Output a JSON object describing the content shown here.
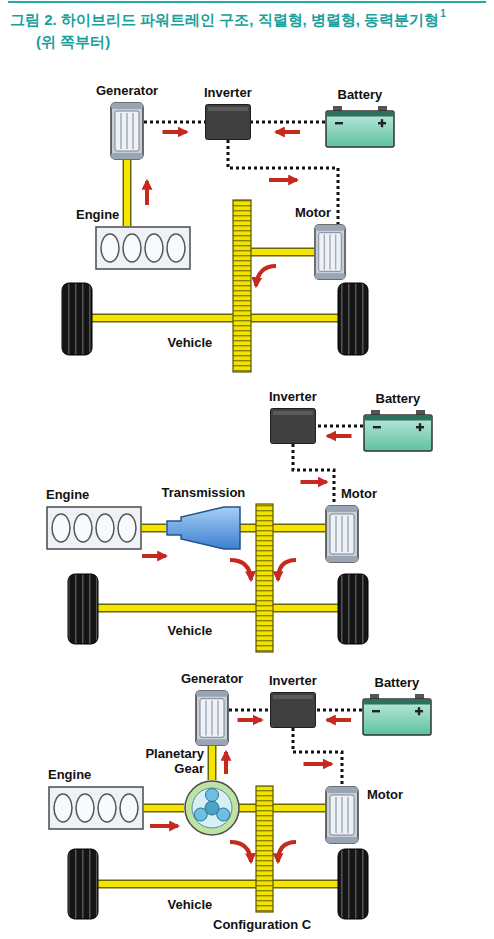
{
  "diagram": {
    "title": "그림 2. 하이브리드 파워트레인 구조, 직렬형, 병렬형, 동력분기형 (위 쪽부터)",
    "nodes": [
      {
        "text": [
          "Generator"
        ]
      },
      {
        "text": [
          "Inverter"
        ]
      },
      {
        "text": [
          "Battery"
        ]
      },
      {
        "text": [
          "Engine"
        ]
      },
      {
        "text": [
          "Motor"
        ]
      },
      {
        "text": [
          "Inverter"
        ]
      },
      {
        "text": [
          "Battery"
        ]
      },
      {
        "text": [
          "Engine"
        ]
      },
      {
        "text": [
          "Transmission"
        ]
      },
      {
        "text": [
          "Motor"
        ]
      },
      {
        "text": [
          "Generator"
        ]
      },
      {
        "text": [
          "Inverter"
        ]
      },
      {
        "text": [
          "Battery"
        ]
      },
      {
        "text": [
          "Engine"
        ]
      },
      {
        "text": [
          "Planetary Gear"
        ]
      },
      {
        "text": [
          "Motor"
        ]
      }
    ],
    "edges": [
      {
        "from": 3,
        "to": 0,
        "arrow": "to"
      },
      {
        "from": 0,
        "to": 1,
        "arrow": "to"
      },
      {
        "from": 2,
        "to": 1,
        "arrow": "to"
      },
      {
        "from": 1,
        "to": 4,
        "arrow": "to"
      },
      {
        "from": 6,
        "to": 5,
        "arrow": "to"
      },
      {
        "from": 5,
        "to": 9,
        "arrow": "to"
      },
      {
        "from": 7,
        "to": 8,
        "arrow": "to"
      },
      {
        "from": 13,
        "to": 14,
        "arrow": "to"
      },
      {
        "from": 14,
        "to": 10,
        "arrow": "to"
      },
      {
        "from": 10,
        "to": 11,
        "arrow": "to"
      },
      {
        "from": 12,
        "to": 11,
        "arrow": "to"
      },
      {
        "from": 11,
        "to": 15,
        "arrow": "to"
      }
    ],
    "labels": [
      "1",
      "Vehicle",
      "Vehicle",
      "Vehicle",
      "Configuration C"
    ]
  }
}
